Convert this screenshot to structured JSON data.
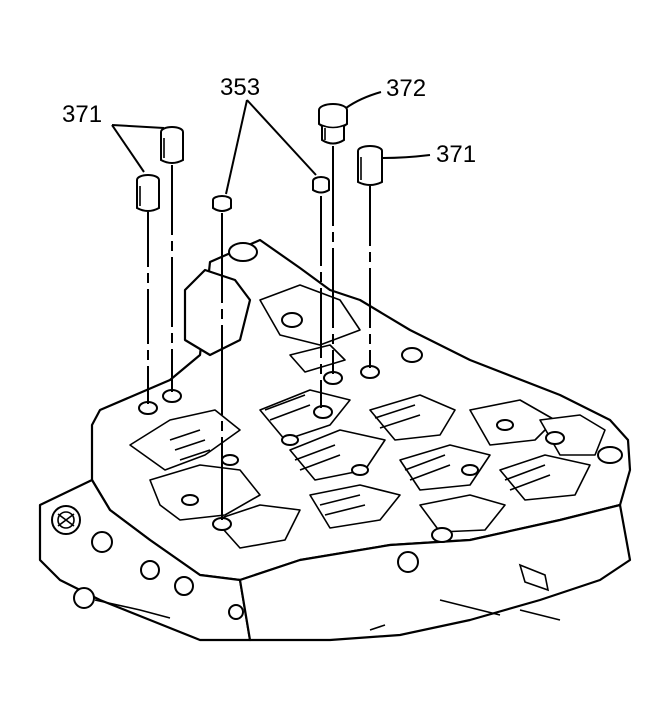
{
  "callouts": [
    {
      "id": "371-left",
      "text": "371"
    },
    {
      "id": "353",
      "text": "353"
    },
    {
      "id": "372",
      "text": "372"
    },
    {
      "id": "371-right",
      "text": "371"
    }
  ]
}
